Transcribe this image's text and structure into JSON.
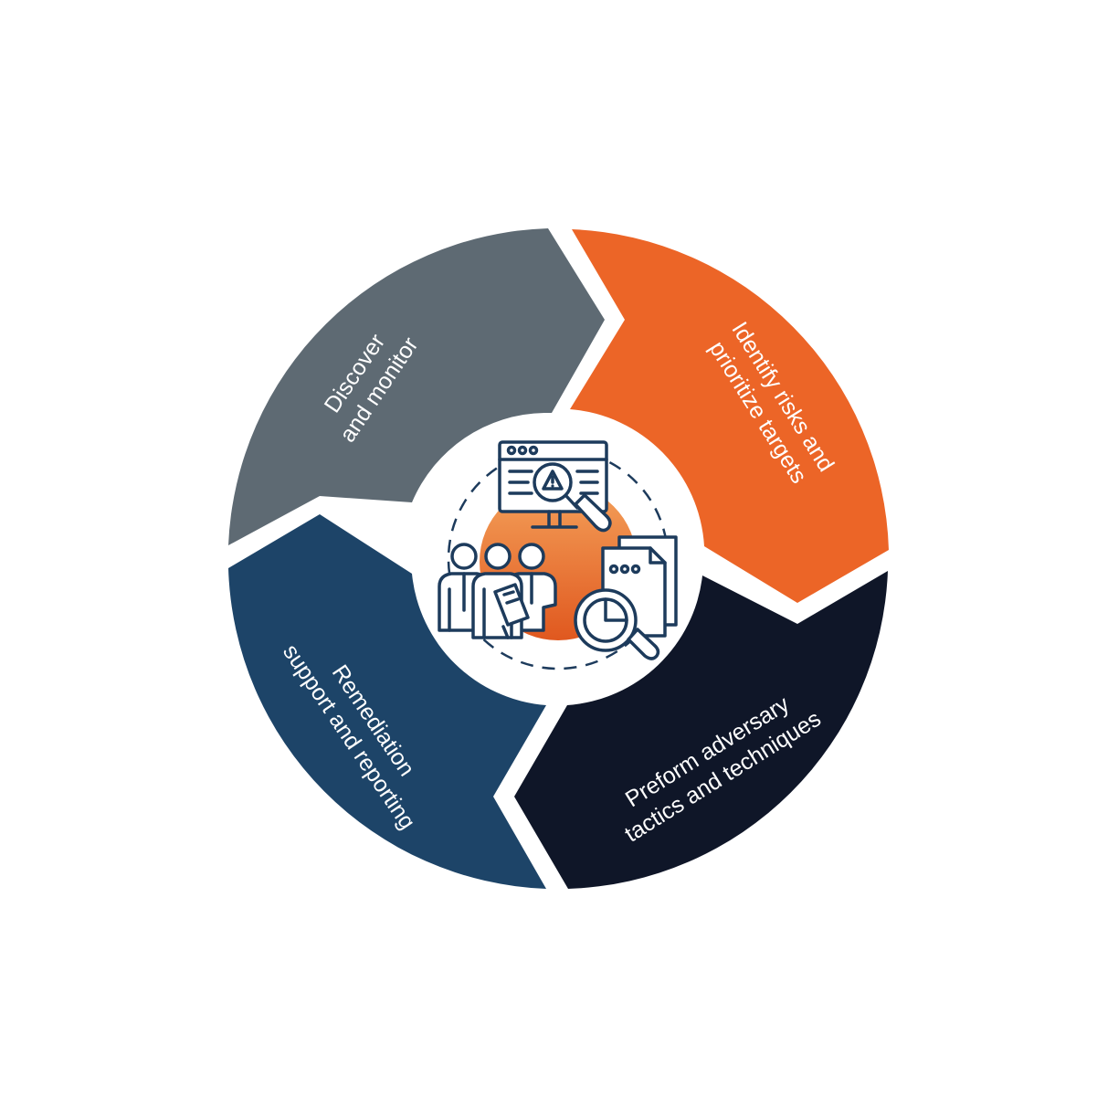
{
  "diagram": {
    "type": "cycle",
    "segments": [
      {
        "id": "discover",
        "lines": [
          "Discover",
          "and monitor"
        ],
        "color": "#5e6a73"
      },
      {
        "id": "identify",
        "lines": [
          "Identify risks and",
          "prioritize targets"
        ],
        "color": "#ec6527"
      },
      {
        "id": "perform",
        "lines": [
          "Preform adversary",
          "tactics and techniques"
        ],
        "color": "#0f1628"
      },
      {
        "id": "remediate",
        "lines": [
          "Remediation",
          "support and reporting"
        ],
        "color": "#1d4468"
      }
    ],
    "center_icons": [
      "browser-window-warning-icon",
      "magnifier-icon",
      "team-people-icon",
      "clipboard-icon",
      "document-report-icon",
      "pie-chart-magnifier-icon"
    ],
    "colors": {
      "icon_stroke": "#1d3b5c",
      "center_glow_top": "#f4a15a",
      "center_glow_bottom": "#e0581f"
    }
  }
}
